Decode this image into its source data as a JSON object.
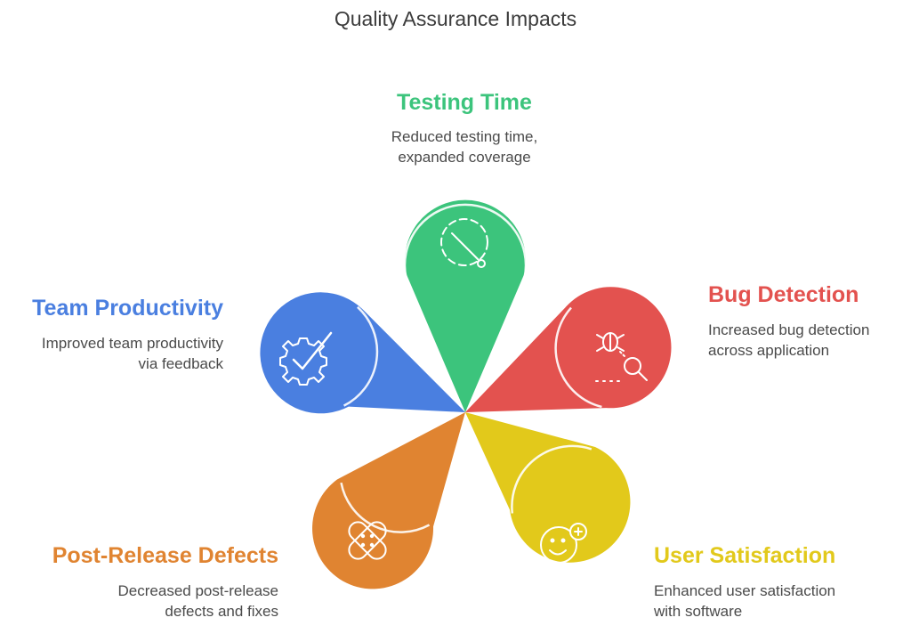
{
  "title": "Quality Assurance Impacts",
  "colors": {
    "green": "#3cc47c",
    "red": "#e3524f",
    "yellow": "#e2c91b",
    "orange": "#e08431",
    "blue": "#4a7fe0"
  },
  "items": [
    {
      "key": "testing-time",
      "heading": "Testing Time",
      "desc_lines": [
        "Reduced testing time,",
        "expanded coverage"
      ],
      "color": "#3cc47c",
      "icon": "timer-icon"
    },
    {
      "key": "bug-detection",
      "heading": "Bug Detection",
      "desc_lines": [
        "Increased bug detection",
        "across application"
      ],
      "color": "#e3524f",
      "icon": "bug-search-icon"
    },
    {
      "key": "user-satisfaction",
      "heading": "User Satisfaction",
      "desc_lines": [
        "Enhanced user satisfaction",
        "with software"
      ],
      "color": "#e2c91b",
      "icon": "smiley-plus-icon"
    },
    {
      "key": "post-release-defects",
      "heading": "Post-Release Defects",
      "desc_lines": [
        "Decreased post-release",
        "defects and fixes"
      ],
      "color": "#e08431",
      "icon": "bandage-icon"
    },
    {
      "key": "team-productivity",
      "heading": "Team Productivity",
      "desc_lines": [
        "Improved team productivity",
        "via feedback"
      ],
      "color": "#4a7fe0",
      "icon": "gear-check-icon"
    }
  ]
}
